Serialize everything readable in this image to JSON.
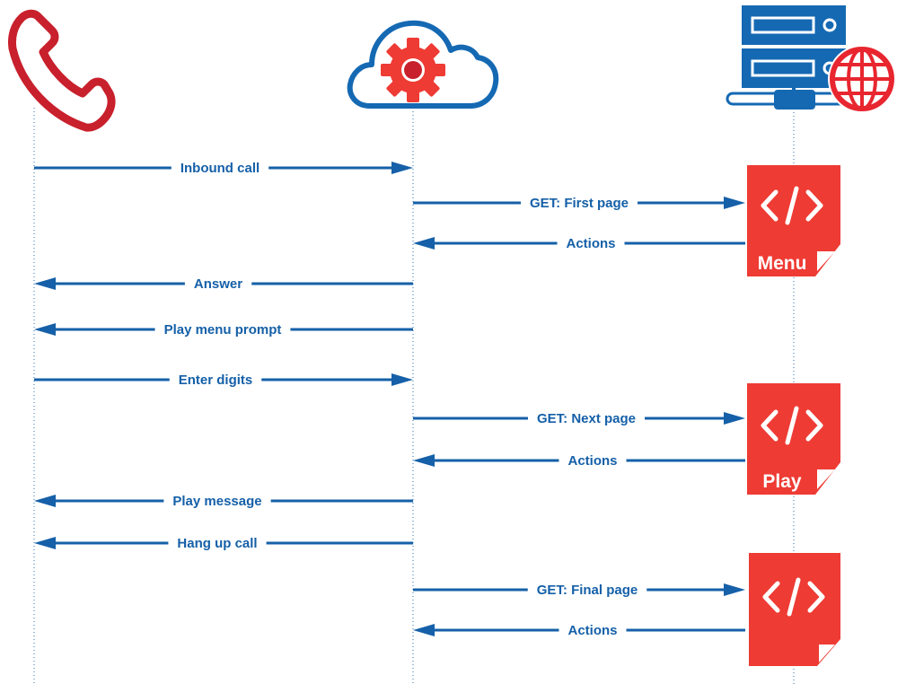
{
  "participants": [
    {
      "id": "phone",
      "icon": "phone-icon"
    },
    {
      "id": "cloud",
      "icon": "cloud-gear-icon"
    },
    {
      "id": "server",
      "icon": "web-server-icon"
    }
  ],
  "messages": [
    {
      "from": "phone",
      "to": "cloud",
      "label": "Inbound call"
    },
    {
      "from": "cloud",
      "to": "server",
      "label": "GET: First page"
    },
    {
      "from": "server",
      "to": "cloud",
      "label": "Actions"
    },
    {
      "from": "cloud",
      "to": "phone",
      "label": "Answer"
    },
    {
      "from": "cloud",
      "to": "phone",
      "label": "Play menu prompt"
    },
    {
      "from": "phone",
      "to": "cloud",
      "label": "Enter digits"
    },
    {
      "from": "cloud",
      "to": "server",
      "label": "GET: Next page"
    },
    {
      "from": "server",
      "to": "cloud",
      "label": "Actions"
    },
    {
      "from": "cloud",
      "to": "phone",
      "label": "Play message"
    },
    {
      "from": "cloud",
      "to": "phone",
      "label": "Hang up call"
    },
    {
      "from": "cloud",
      "to": "server",
      "label": "GET: Final page"
    },
    {
      "from": "server",
      "to": "cloud",
      "label": "Actions"
    }
  ],
  "documents": [
    {
      "icon": "code-document-icon",
      "label": "Menu"
    },
    {
      "icon": "code-document-icon",
      "label": "Play"
    },
    {
      "icon": "code-document-icon",
      "label": ""
    }
  ],
  "colors": {
    "arrow": "#1560a8",
    "phone": "#c8202c",
    "cloud_outline": "#1569b3",
    "gear": "#ee3b34",
    "document": "#ee3b34",
    "server": "#1569b3",
    "globe": "#e8262f"
  }
}
